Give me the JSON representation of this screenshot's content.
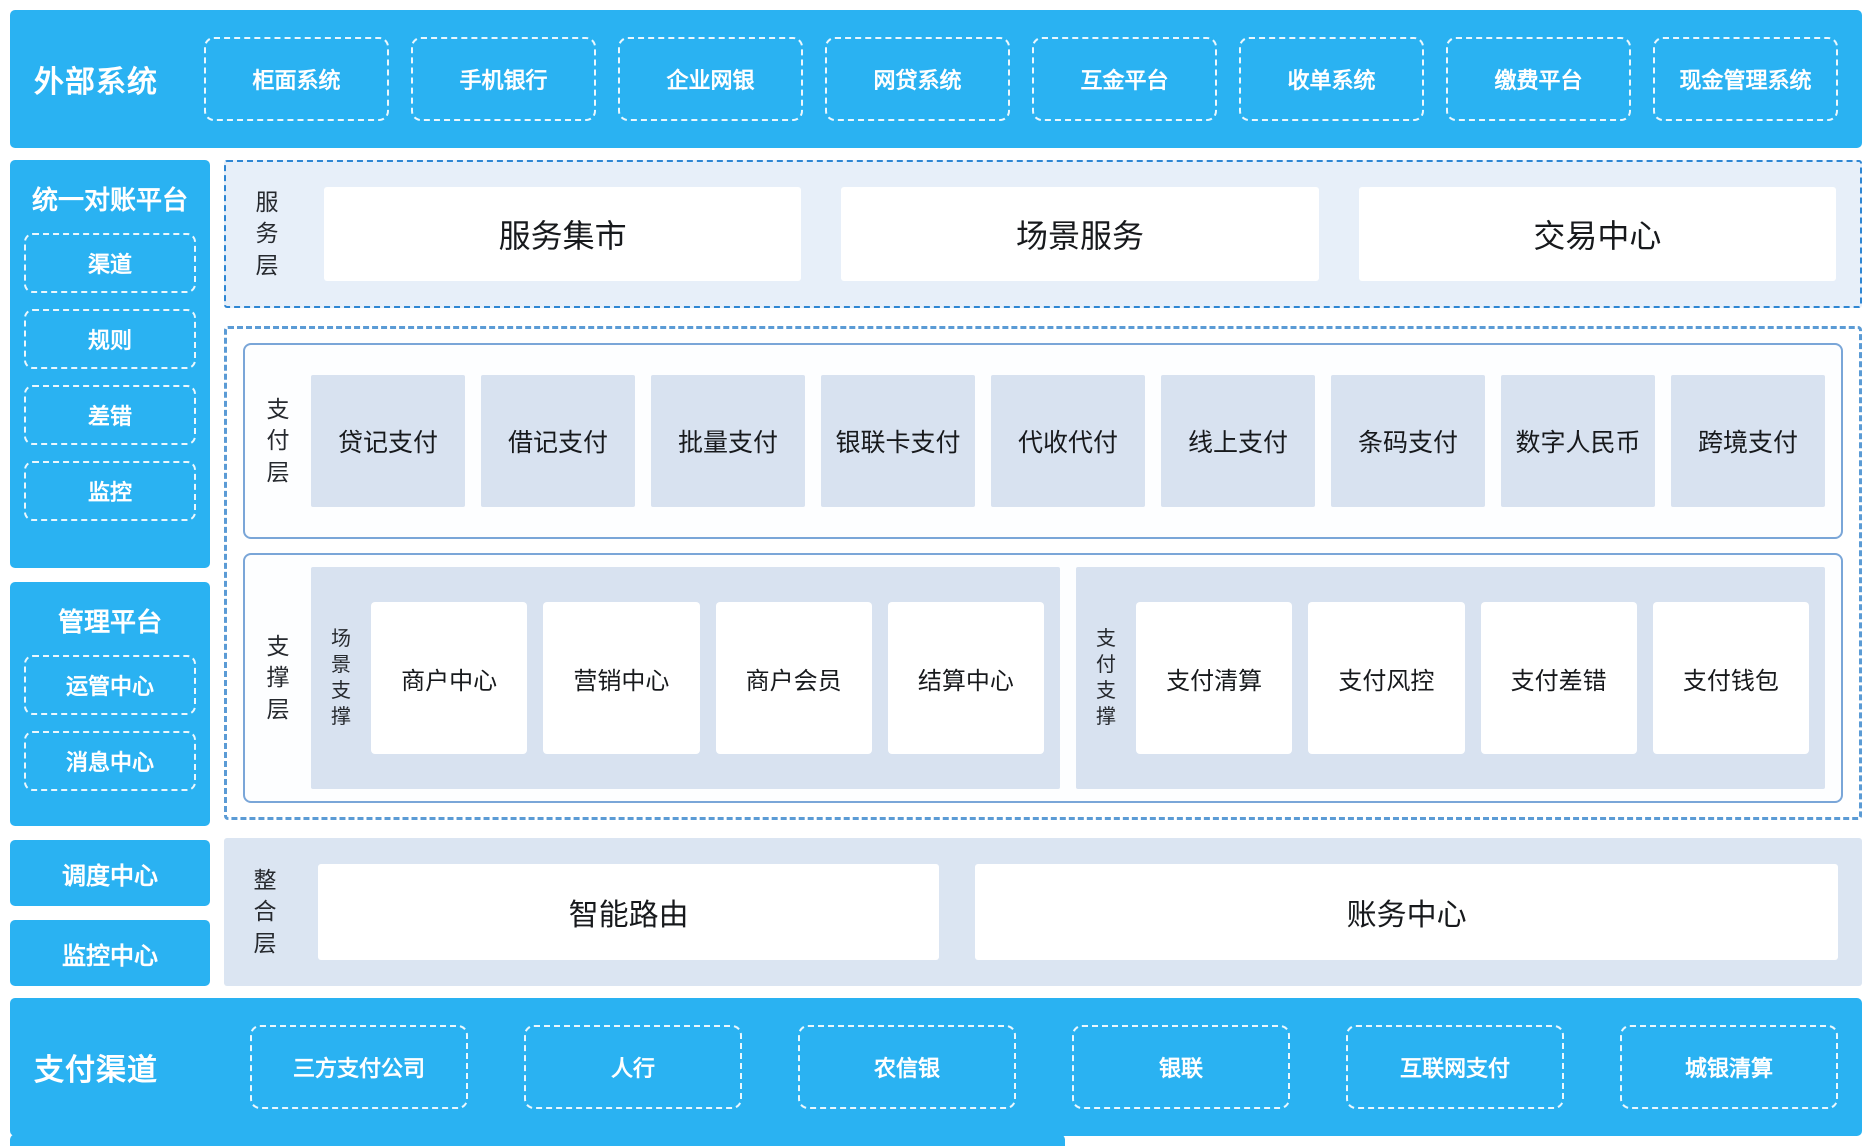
{
  "colors": {
    "accent_blue": "#2ab2f2",
    "panel_light_blue": "#d8e2f0",
    "service_layer_bg": "#e7eff9",
    "integration_bg": "#dbe5f2",
    "dashed_container_border": "#5b9bd5",
    "solid_container_border": "#7aa6d8",
    "text_dark": "#17191c",
    "white": "#ffffff"
  },
  "top_bar": {
    "title": "外部系统",
    "items": [
      "柜面系统",
      "手机银行",
      "企业网银",
      "网贷系统",
      "互金平台",
      "收单系统",
      "缴费平台",
      "现金管理系统"
    ]
  },
  "sidebar": {
    "reconciliation": {
      "title": "统一对账平台",
      "items": [
        "渠道",
        "规则",
        "差错",
        "监控"
      ]
    },
    "management": {
      "title": "管理平台",
      "items": [
        "运管中心",
        "消息中心"
      ]
    },
    "scheduling_center": "调度中心",
    "monitoring_center": "监控中心"
  },
  "service_layer": {
    "label": "服务层",
    "items": [
      "服务集市",
      "场景服务",
      "交易中心"
    ]
  },
  "payment_layer": {
    "label": "支付层",
    "items": [
      "贷记支付",
      "借记支付",
      "批量支付",
      "银联卡支付",
      "代收代付",
      "线上支付",
      "条码支付",
      "数字人民币",
      "跨境支付"
    ]
  },
  "support_layer": {
    "label": "支撑层",
    "groups": [
      {
        "label": "场景支撑",
        "items": [
          "商户中心",
          "营销中心",
          "商户会员",
          "结算中心"
        ]
      },
      {
        "label": "支付支撑",
        "items": [
          "支付清算",
          "支付风控",
          "支付差错",
          "支付钱包"
        ]
      }
    ]
  },
  "integration_layer": {
    "label": "整合层",
    "items": [
      "智能路由",
      "账务中心"
    ]
  },
  "bottom_bar": {
    "title": "支付渠道",
    "items": [
      "三方支付公司",
      "人行",
      "农信银",
      "银联",
      "互联网支付",
      "城银清算"
    ]
  }
}
